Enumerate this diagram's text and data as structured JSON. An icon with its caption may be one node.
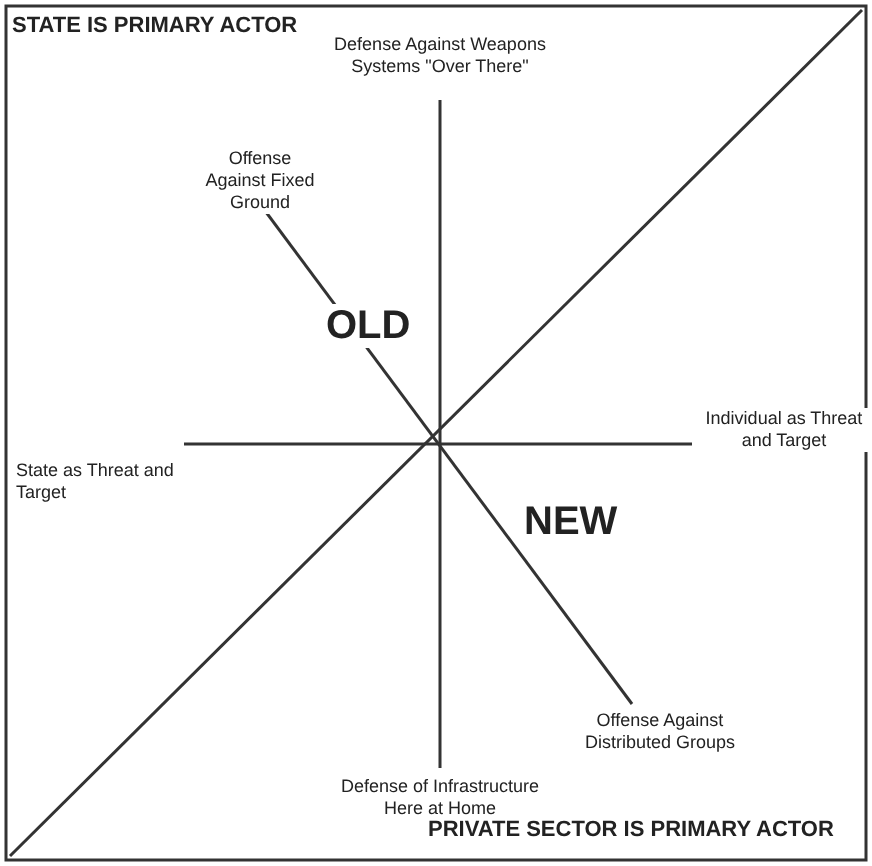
{
  "diagram": {
    "labels": [
      "STATE IS PRIMARY ACTOR",
      "Defense Against Weapons Systems \"Over There\"",
      "Offense Against Fixed Ground",
      "OLD",
      "State as Threat and Target",
      "Individual as Threat and Target",
      "NEW",
      "Offense Against Distributed Groups",
      "Defense of Infrastructure Here at Home",
      "PRIVATE SECTOR IS PRIMARY ACTOR"
    ]
  }
}
